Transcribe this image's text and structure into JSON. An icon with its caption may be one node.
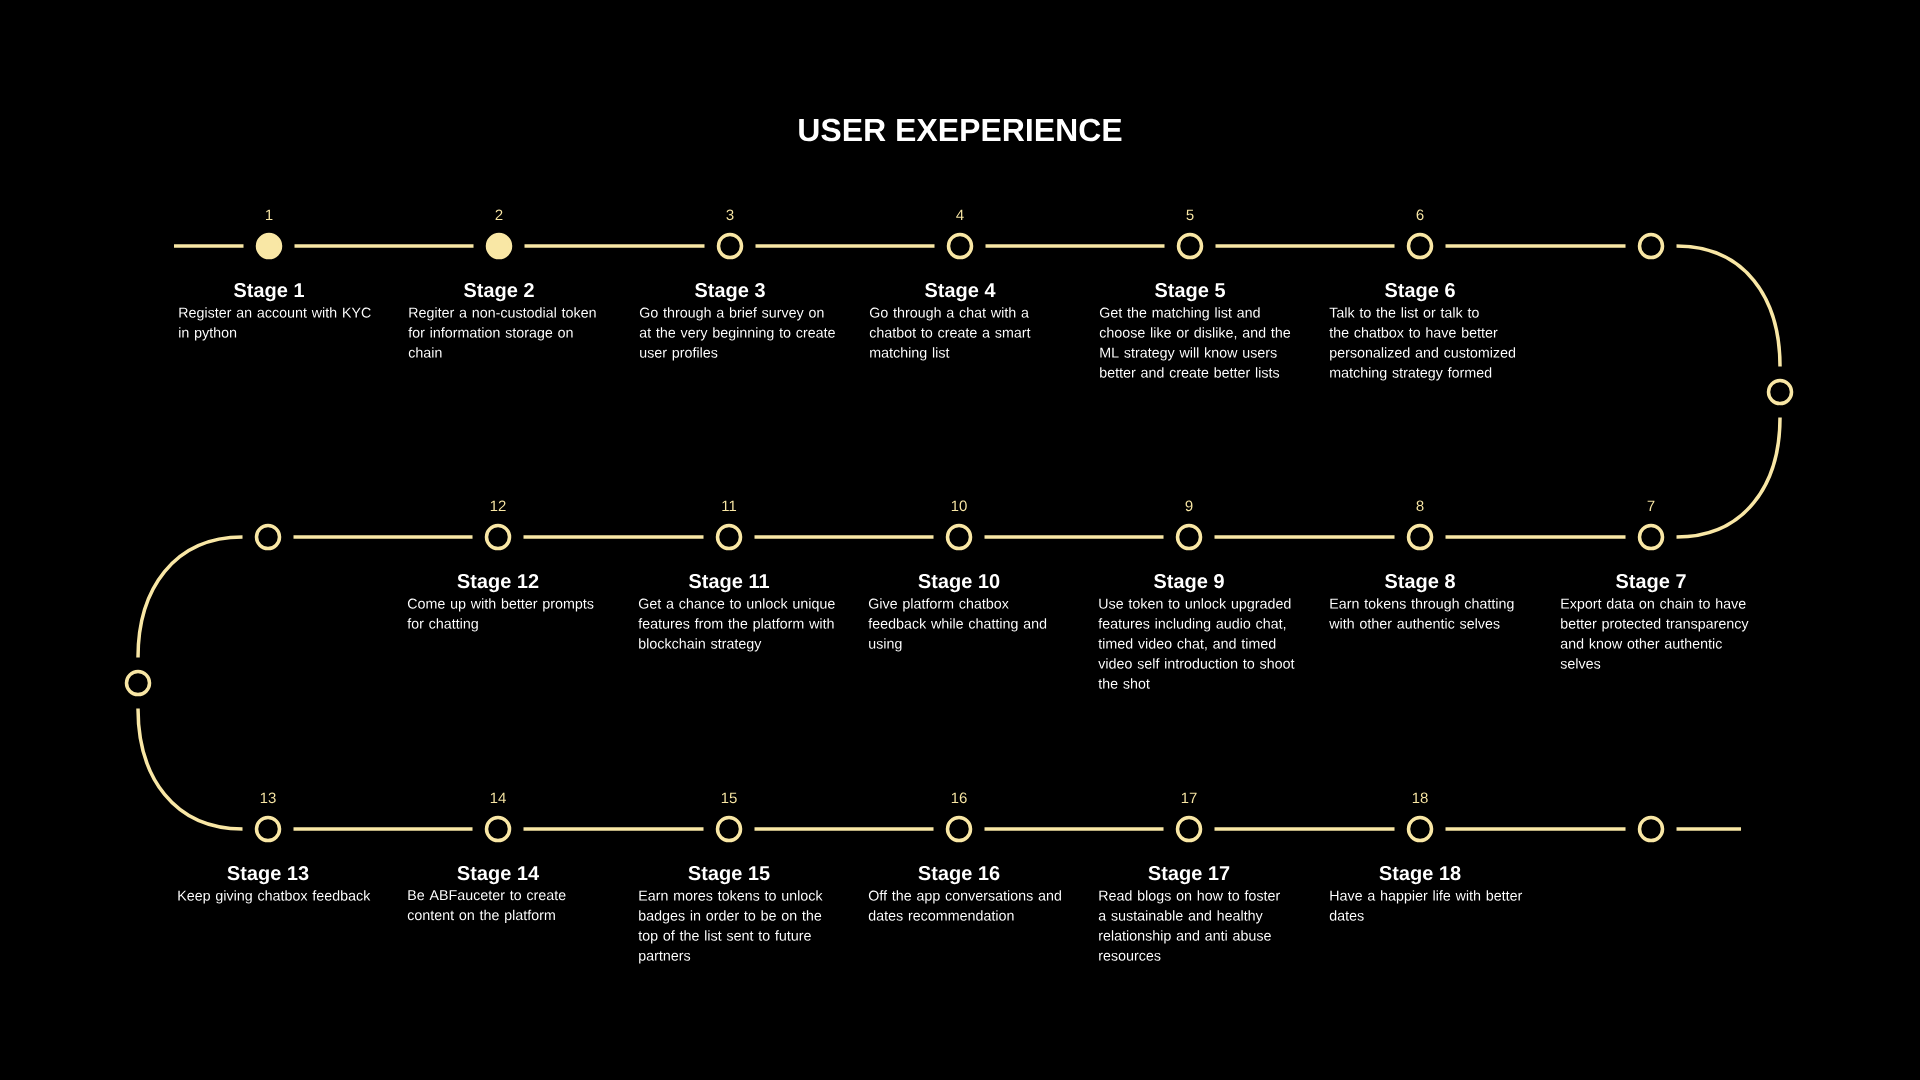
{
  "diagram": {
    "title": "USER EXEPERIENCE",
    "nodes": [
      {
        "text": [
          "Stage 1",
          "Register an account with KYC in python"
        ],
        "beside": [
          "1"
        ]
      },
      {
        "text": [
          "Stage 2",
          "Regiter a non-custodial token for information storage on chain"
        ],
        "beside": [
          "2"
        ]
      },
      {
        "text": [
          "Stage 3",
          "Go through a brief survey on at the very beginning to create user profiles"
        ],
        "beside": [
          "3"
        ]
      },
      {
        "text": [
          "Stage 4",
          "Go through a chat with a chatbot to create a smart matching list"
        ],
        "beside": [
          "4"
        ]
      },
      {
        "text": [
          "Stage 5",
          "Get the matching list and choose like or dislike, and the ML strategy will know users better and create better lists"
        ],
        "beside": [
          "5"
        ]
      },
      {
        "text": [
          "Stage 6",
          "Talk to the list or talk to the chatbox to have better personalized and customized matching strategy formed"
        ],
        "beside": [
          "6"
        ]
      },
      {
        "text": [],
        "shape": "circle"
      },
      {
        "text": [],
        "shape": "circle"
      },
      {
        "text": [
          "Stage 7",
          "Export data on chain to have better protected transparency and know other authentic selves"
        ],
        "beside": [
          "7"
        ]
      },
      {
        "text": [
          "Stage 8",
          "Earn tokens through chatting with other authentic selves"
        ],
        "beside": [
          "8"
        ]
      },
      {
        "text": [
          "Stage 9",
          "Use token to unlock upgraded features including audio chat, timed video chat, and timed video self introduction to shoot the shot"
        ],
        "beside": [
          "9"
        ]
      },
      {
        "text": [
          "Stage 10",
          "Give platform chatbox feedback while chatting and using"
        ],
        "beside": [
          "10"
        ]
      },
      {
        "text": [
          "Stage 11",
          "Get a chance to unlock unique features from the platform with blockchain strategy"
        ],
        "beside": [
          "11"
        ]
      },
      {
        "text": [
          "Stage 12",
          "Come up with better prompts for chatting"
        ],
        "beside": [
          "12"
        ]
      },
      {
        "text": [],
        "shape": "circle"
      },
      {
        "text": [],
        "shape": "circle"
      },
      {
        "text": [
          "Stage 13",
          "Keep giving chatbox feedback"
        ],
        "beside": [
          "13"
        ]
      },
      {
        "text": [
          "Stage 14",
          "Be ABFauceter to create content on the platform"
        ],
        "beside": [
          "14"
        ]
      },
      {
        "text": [
          "Stage 15",
          "Earn mores tokens to unlock badges in order to be on the top of the list sent to future partners"
        ],
        "beside": [
          "15"
        ]
      },
      {
        "text": [
          "Stage 16",
          "Off the app conversations and dates recommendation"
        ],
        "beside": [
          "16"
        ]
      },
      {
        "text": [
          "Stage 17",
          "Read blogs on how to foster a sustainable and healthy relationship and anti abuse resources"
        ],
        "beside": [
          "17"
        ]
      },
      {
        "text": [
          "Stage 18",
          "Have a happier life with better dates"
        ],
        "beside": [
          "18"
        ]
      },
      {
        "text": [],
        "shape": "circle"
      }
    ],
    "edges": [
      {
        "from": null,
        "to": 0,
        "arrow": "none"
      },
      {
        "from": 0,
        "to": 1,
        "arrow": "none"
      },
      {
        "from": 1,
        "to": 2,
        "arrow": "none"
      },
      {
        "from": 2,
        "to": 3,
        "arrow": "none"
      },
      {
        "from": 3,
        "to": 4,
        "arrow": "none"
      },
      {
        "from": 4,
        "to": 5,
        "arrow": "none"
      },
      {
        "from": 5,
        "to": 6,
        "arrow": "none"
      },
      {
        "from": 6,
        "to": 7,
        "arrow": "none"
      },
      {
        "from": 7,
        "to": 8,
        "arrow": "none"
      },
      {
        "from": 8,
        "to": 9,
        "arrow": "none"
      },
      {
        "from": 9,
        "to": 10,
        "arrow": "none"
      },
      {
        "from": 10,
        "to": 11,
        "arrow": "none"
      },
      {
        "from": 11,
        "to": 12,
        "arrow": "none"
      },
      {
        "from": 12,
        "to": 13,
        "arrow": "none"
      },
      {
        "from": 13,
        "to": 14,
        "arrow": "none"
      },
      {
        "from": 14,
        "to": 15,
        "arrow": "none"
      },
      {
        "from": 15,
        "to": 16,
        "arrow": "none"
      },
      {
        "from": 16,
        "to": 17,
        "arrow": "none"
      },
      {
        "from": 17,
        "to": 18,
        "arrow": "none"
      },
      {
        "from": 18,
        "to": 19,
        "arrow": "none"
      },
      {
        "from": 19,
        "to": 20,
        "arrow": "none"
      },
      {
        "from": 20,
        "to": 21,
        "arrow": "none"
      },
      {
        "from": 21,
        "to": 22,
        "arrow": "none"
      },
      {
        "from": 22,
        "to": null,
        "arrow": "none"
      }
    ]
  }
}
